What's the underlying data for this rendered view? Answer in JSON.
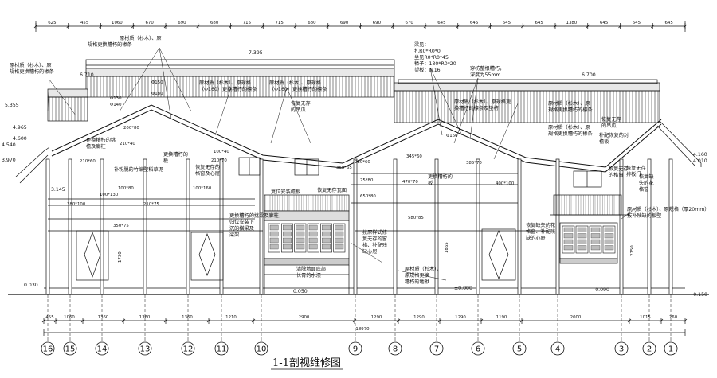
{
  "title": "1-1剖视维修图",
  "top_dims": [
    "625",
    "455",
    "1060",
    "670",
    "690",
    "680",
    "715",
    "715",
    "680",
    "690",
    "690",
    "670",
    "645",
    "645",
    "645",
    "645",
    "1380",
    "645",
    "645",
    "645"
  ],
  "bottom_dims": [
    "455",
    "1060",
    "1360",
    "1360",
    "1360",
    "1210",
    "2900",
    "1290",
    "1290",
    "1290",
    "1190",
    "2000",
    "1015",
    "260"
  ],
  "bottom_total": "18970",
  "axes": [
    "16",
    "15",
    "14",
    "13",
    "12",
    "11",
    "10",
    "9",
    "8",
    "7",
    "6",
    "5",
    "4",
    "3",
    "2",
    "1"
  ],
  "levels": {
    "l7395": "7.395",
    "l6700": "6.700",
    "l6710": "6.710",
    "l5355": "5.355",
    "l4965": "4.965",
    "l4600": "4.600",
    "l4540": "4.540",
    "l3970": "3.970",
    "l4160": "4.160",
    "l4010": "4.010",
    "l3145": "3.145",
    "l0030": "0.030",
    "l0090": "-0.090",
    "l0150": "-0.150",
    "l0000": "±0.000",
    "l0050": "0.050"
  },
  "annotations": {
    "a1a": "原材质（杉木）、原",
    "a1b": "规格更换糟朽的椽条",
    "a2a": "原材质（杉木）、原",
    "a2b": "规格更换糟朽的椽条",
    "a3a": "原材质（杉木）、原规格",
    "a3b": "（Φ160）更换糟朽的檩条",
    "a4a": "原材质（杉木）、原规格",
    "a4b": "（Φ160）更换糟朽的檩条",
    "a5a": "梁见：",
    "a5b": "扎R0*R0*0",
    "a5c": "坐见R0*R0*45",
    "a5d": "椽子：130*R0*20",
    "a5e": "望板：厚16",
    "a6a": "穿枋整根糟朽，",
    "a6b": "深度为55mm",
    "a7a": "原材质（杉木）、原规格更",
    "a7b": "换糟朽的檩条及垫枋",
    "a8a": "原材质（杉木）、原",
    "a8b": "规格更换糟朽的檩条",
    "a9a": "原材质（杉木）、原",
    "a9b": "规格更换糟朽的椽条",
    "a10a": "恢复无存",
    "a10b": "的吊瓜",
    "a11a": "恢复无存",
    "a11b": "的吊瓜",
    "a12a": "补配恢复的封",
    "a12b": "檐板",
    "a13a": "恢复无存的",
    "a13b": "格窗及心屉",
    "a14": "补粉脱的竹编壁稻草泥",
    "a15a": "更换糟朽的",
    "a15b": "板",
    "a16": "复位安装檐板",
    "a17": "恢复无存瓦面",
    "a18a": "恢复无存",
    "a18b": "的格窗",
    "a19a": "更换糟朽的",
    "a19b": "板",
    "a20a": "恢复缺",
    "a20b": "失的花",
    "a20c": "格窗",
    "a21a": "恢复无存",
    "a21b": "排板门",
    "a22a": "更换糟朽的挑",
    "a22b": "檐及廊柱",
    "a23a": "更换糟朽的挑梁及廊柱，",
    "a23b": "归位安装下",
    "a23c": "沉的横梁及",
    "a23d": "梁架",
    "a24a": "恢复缺失的花",
    "a24b": "格窗、补配残",
    "a24c": "缺的心屉",
    "a25a": "按原样式修",
    "a25b": "复无存的窗",
    "a25c": "格、补配残",
    "a25d": "缺心屉",
    "a26a": "清除墙面底部",
    "a26b": "长青的水渍",
    "a27a": "原材质（杉木）、",
    "a27b": "原规格更换",
    "a27c": "糟朽的地栿",
    "a28a": "原材质（杉木）、原规格（厚20mm）",
    "a28b": "拔补残缺的板壁"
  },
  "member_sizes": {
    "m1": "Φ130",
    "m2": "Φ140",
    "m3": "Φ150",
    "m4": "Φ180",
    "m5": "200*80",
    "m6": "210*40",
    "m7": "210*60",
    "m8": "210*70",
    "m9": "100*40",
    "m10": "100*80",
    "m11": "100*130",
    "m12": "100*160",
    "m13": "380*100",
    "m14": "210*75",
    "m15": "350*75",
    "m16": "580*85",
    "m17": "470*70",
    "m18": "400*100",
    "m19": "360*65",
    "m20": "280*60",
    "m21": "650*80",
    "m22": "75*80",
    "m23": "345*60",
    "m24": "385*70",
    "m25": "Φ160"
  },
  "small_dims": [
    "1730",
    "2750",
    "1865"
  ]
}
